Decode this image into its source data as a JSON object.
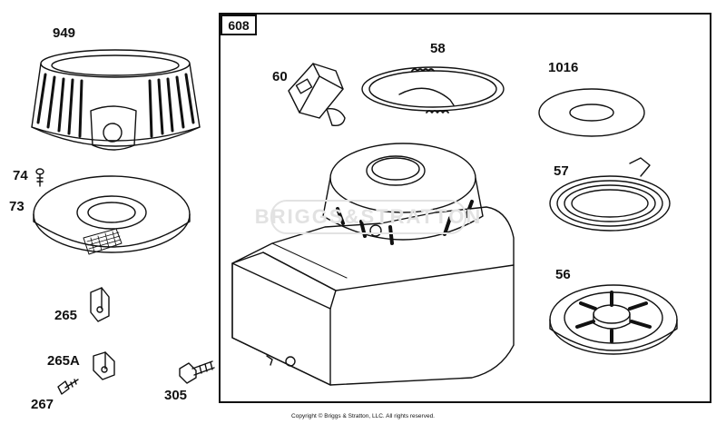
{
  "diagram": {
    "assembly_label": "608",
    "watermark": "BRIGGS&STRATTON",
    "copyright": "Copyright © Briggs & Stratton, LLC. All rights reserved.",
    "parts": [
      {
        "id": "949"
      },
      {
        "id": "74"
      },
      {
        "id": "73"
      },
      {
        "id": "265"
      },
      {
        "id": "265A"
      },
      {
        "id": "267"
      },
      {
        "id": "305"
      },
      {
        "id": "60"
      },
      {
        "id": "58"
      },
      {
        "id": "1016"
      },
      {
        "id": "57"
      },
      {
        "id": "56"
      }
    ]
  }
}
